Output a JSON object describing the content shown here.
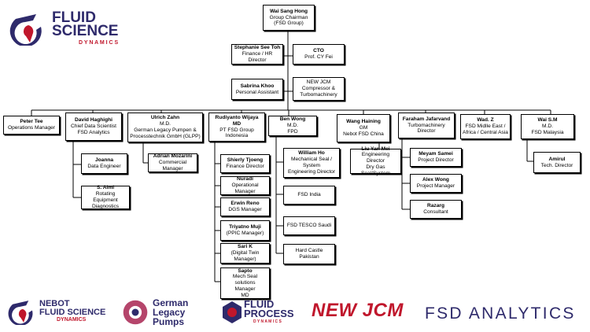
{
  "logo_main": {
    "line1": "FLUID",
    "line2": "SCIENCE",
    "line3": "D Y N A M I C S"
  },
  "colors": {
    "navy": "#2e2a6b",
    "red": "#c0172c",
    "black": "#000000"
  },
  "boxes": {
    "chairman": {
      "name": "Wai Sang Hong",
      "l1": "Group Chairman",
      "l2": "(FSD Group)"
    },
    "stephanie": {
      "name": "Stephanie See Toh",
      "l1": "Finance / HR Director"
    },
    "cto": {
      "name": "CTO",
      "l1": "Prof. CY Fei"
    },
    "sabrina": {
      "name": "Sabrina Khoo",
      "l1": "Personal Assistant"
    },
    "newjcm": {
      "l1": "NEW JCM",
      "l2": "Compressor &",
      "l3": "Turbomachinery"
    },
    "peter": {
      "name": "Peter Tee",
      "l1": "Operations Manager"
    },
    "david": {
      "name": "David Haghighi",
      "l1": "Chief Data Scientist",
      "l2": "FSD Analytics"
    },
    "ulrich": {
      "name": "Ulrich Zahn",
      "l1": "M.D.",
      "l2": "German Legacy Pumpen &",
      "l3": "Processtechnik GmbH (GLPP)"
    },
    "rudiyanto": {
      "name": "Rudiyanto Wijaya",
      "name2": "MD",
      "l1": "PT FSD Group",
      "l2": "Indonesia"
    },
    "ben": {
      "name": "Ben Wong",
      "l1": "M.D.",
      "l2": "FPD"
    },
    "wang": {
      "name": "Wang Haining",
      "l1": "GM",
      "l2": "Nebot FSD China"
    },
    "faraham": {
      "name": "Faraham Jafarvand",
      "l1": "Turbomachinery",
      "l2": "Director"
    },
    "wadz": {
      "name": "Wad. Z",
      "l1": "FSD Midlle East /",
      "l2": "Africa / Central Asia"
    },
    "waism": {
      "name": "Wai S.M",
      "l1": "M.D.",
      "l2": "FSD Malaysia"
    },
    "joanna": {
      "name": "Joanna",
      "l1": "Data Engineer"
    },
    "saimi": {
      "name": "S. Aimi",
      "l1": "Rotating Equipment",
      "l2": "Diagnostics"
    },
    "adrian": {
      "name": "Adrian Mozarini",
      "l1": "Commercial Manager"
    },
    "shierly": {
      "name": "Shierly Tjoeng",
      "l1": "Finance Director"
    },
    "nuradi": {
      "name": "Nuradi",
      "l1": "Operational Manager"
    },
    "erwin": {
      "name": "Erwin Reno",
      "l1": "DGS Manager"
    },
    "triyatno": {
      "name": "Triyatno Muji",
      "l1": "(PPIC Manager)"
    },
    "sarik": {
      "name": "Sari K",
      "l1": "(Digital Twin Manager)"
    },
    "sapto": {
      "name": "Sapto",
      "l1": "Mech Seal solutions",
      "l2": "Manager",
      "l3": "MD"
    },
    "william": {
      "name": "William Ho",
      "l1": "Mechanical Seal /",
      "l2": "System",
      "l3": "Engineering Director"
    },
    "fsdindia": {
      "l1": "FSD India"
    },
    "fsdtesco": {
      "l1": "FSD TESCO Saudi"
    },
    "hardcastle": {
      "l1": "Hard Castle",
      "l2": "Pakistan"
    },
    "liu": {
      "name": "Liu Yan Mei",
      "l1": "Engineering Director",
      "l2": "Dry Gas Seal/System"
    },
    "meyam": {
      "name": "Meyam Samei",
      "l1": "Project Director"
    },
    "alex": {
      "name": "Alex Wong",
      "l1": "Project Manager"
    },
    "razarg": {
      "name": "Razarg",
      "l1": "Consultant"
    },
    "amirul": {
      "name": "Amirul",
      "l1": "Tech. Director"
    }
  },
  "footer": {
    "nebot": {
      "l1": "NEBOT",
      "l2": "FLUID SCIENCE",
      "l3": "DYNAMICS"
    },
    "german": {
      "l1": "German",
      "l2": "Legacy",
      "l3": "Pumps"
    },
    "fpd": {
      "l1": "FLUID",
      "l2": "PROCESS",
      "l3": "D Y N A M I C S"
    },
    "newjcm": {
      "l1": "NEW JCM"
    },
    "analytics": {
      "l1": "FSD ANALYTICS"
    }
  }
}
